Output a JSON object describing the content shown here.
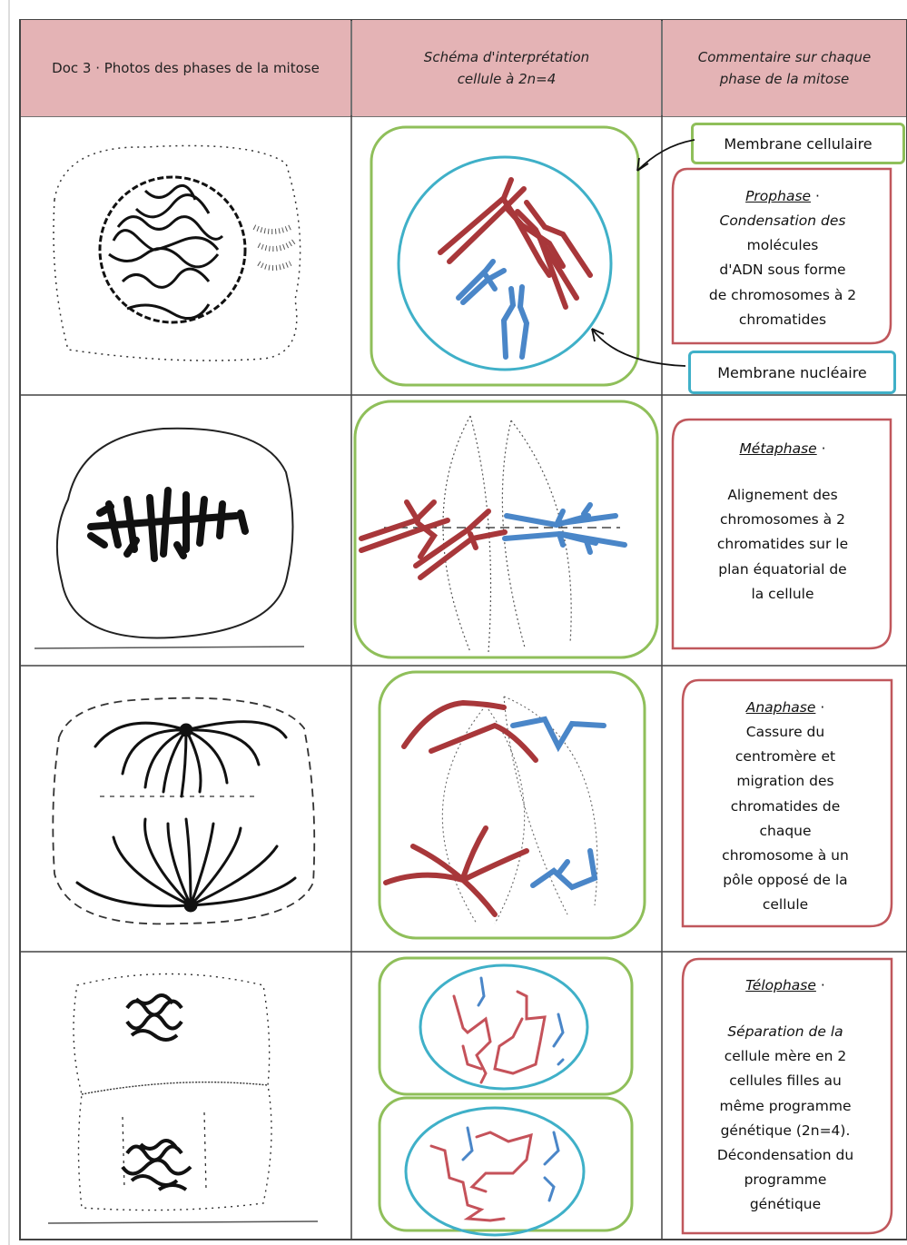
{
  "header": {
    "col1": "Doc 3 · Photos des phases de la mitose",
    "col2": "Schéma d'interprétation cellule à 2n=4",
    "col3": "Commentaire sur chaque phase de la mitose"
  },
  "labels": {
    "membrane_cellulaire": "Membrane cellulaire",
    "membrane_nucleaire": "Membrane nucléaire"
  },
  "phases": [
    {
      "title": "Prophase",
      "sep": " ·",
      "lines": [
        "Condensation des",
        "molécules",
        "d'ADN sous forme",
        "de chromosomes à 2",
        "chromatides"
      ]
    },
    {
      "title": "Métaphase",
      "sep": " ·",
      "lines": [
        "Alignement des",
        "chromosomes à 2",
        "chromatides sur le",
        "plan équatorial de",
        "la cellule"
      ]
    },
    {
      "title": "Anaphase",
      "sep": " ·",
      "lines": [
        "Cassure du",
        "centromère et",
        "migration des",
        "chromatides de",
        "chaque",
        "chromosome à un",
        "pôle opposé de la",
        "cellule"
      ]
    },
    {
      "title": "Télophase",
      "sep": " ·",
      "lines": [
        "Séparation de la",
        "cellule mère en 2",
        "cellules filles au",
        "même programme",
        "génétique (2n=4).",
        "Décondensation du",
        "programme",
        "génétique"
      ]
    }
  ],
  "colors": {
    "header_bg": "#e4b3b5",
    "cell_membrane": "#8fbf5a",
    "nuclear_membrane": "#3fb0c8",
    "chromosome_red": "#a8373a",
    "chromosome_blue": "#4a86c8",
    "comment_border": "#c0575c"
  }
}
